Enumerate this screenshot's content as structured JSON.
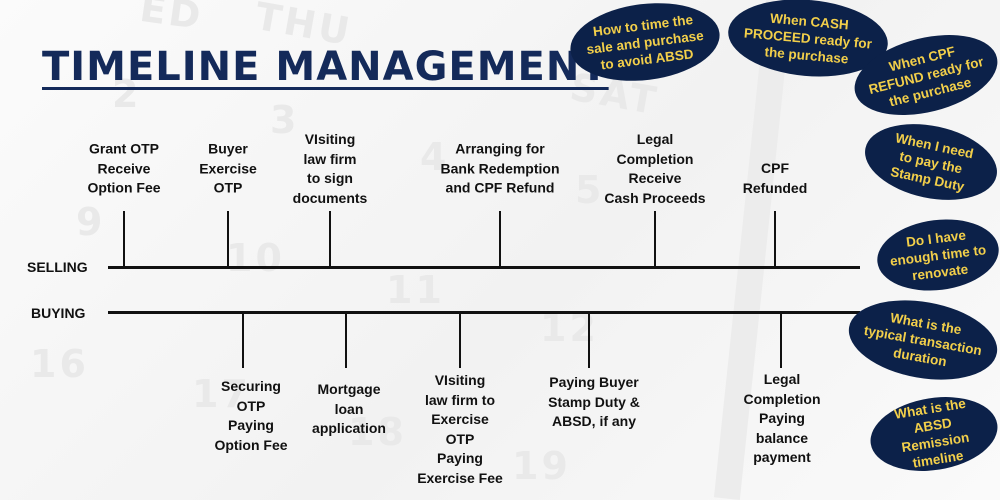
{
  "title": "TIMELINE MANAGEMENT",
  "timeline": {
    "selling_label": "SELLING",
    "buying_label": "BUYING"
  },
  "selling_events": [
    {
      "text": "Grant OTP\nReceive\nOption Fee"
    },
    {
      "text": "Buyer\nExercise\nOTP"
    },
    {
      "text": "VIsiting\nlaw firm\nto sign\ndocuments"
    },
    {
      "text": "Arranging for\nBank Redemption\nand CPF Refund"
    },
    {
      "text": "Legal\nCompletion\nReceive\nCash Proceeds"
    },
    {
      "text": "CPF\nRefunded"
    }
  ],
  "buying_events": [
    {
      "text": "Securing\nOTP\nPaying\nOption Fee"
    },
    {
      "text": "Mortgage\nloan\napplication"
    },
    {
      "text": "VIsiting\nlaw firm to\nExercise\nOTP\nPaying\nExercise Fee"
    },
    {
      "text": "Paying Buyer\nStamp Duty &\nABSD, if any"
    },
    {
      "text": "Legal\nCompletion\nPaying\nbalance\npayment"
    }
  ],
  "questions": [
    {
      "text": "How to time the\nsale and purchase\nto avoid ABSD"
    },
    {
      "text": "When CASH\nPROCEED ready for\nthe purchase"
    },
    {
      "text": "When CPF\nREFUND ready for\nthe purchase"
    },
    {
      "text": "When I need\nto pay the\nStamp Duty"
    },
    {
      "text": "Do I have\nenough time to\nrenovate"
    },
    {
      "text": "What is the\ntypical transaction\nduration"
    },
    {
      "text": "What is the\nABSD Remission\ntimeline"
    }
  ],
  "background_calendar": [
    "ED",
    "THU",
    "SAT",
    "2",
    "3",
    "4",
    "5",
    "9",
    "10",
    "11",
    "12",
    "16",
    "17",
    "18",
    "19"
  ],
  "colors": {
    "title": "#142a5a",
    "bubble_fill": "#0c2149",
    "bubble_text": "#f2cf4a",
    "line": "#111111"
  }
}
